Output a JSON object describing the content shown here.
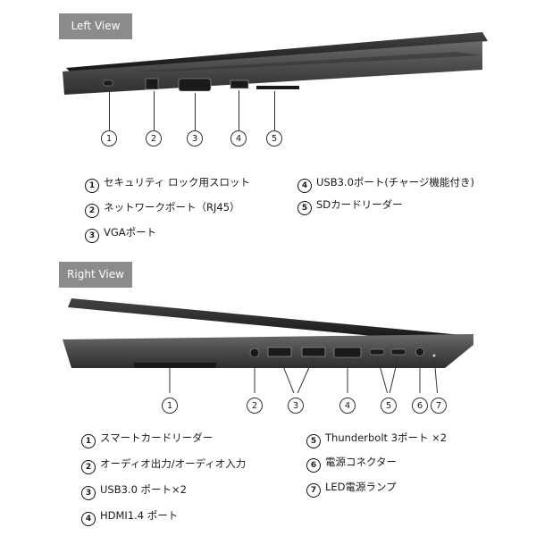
{
  "left": {
    "label": "Left View",
    "callouts": [
      "1",
      "2",
      "3",
      "4",
      "5"
    ],
    "items": [
      {
        "n": "1",
        "text": "セキュリティ ロック用スロット"
      },
      {
        "n": "2",
        "text": "ネットワークポート（RJ45）"
      },
      {
        "n": "3",
        "text": "VGAポート"
      },
      {
        "n": "4",
        "text": "USB3.0ポート(チャージ機能付き)"
      },
      {
        "n": "5",
        "text": "SDカードリーダー"
      }
    ]
  },
  "right": {
    "label": "Right View",
    "callouts": [
      "1",
      "2",
      "3",
      "4",
      "5",
      "6",
      "7"
    ],
    "items": [
      {
        "n": "1",
        "text": "スマートカードリーダー"
      },
      {
        "n": "2",
        "text": "オーディオ出力/オーディオ入力"
      },
      {
        "n": "3",
        "text": "USB3.0 ポート×2"
      },
      {
        "n": "4",
        "text": "HDMI1.4 ポート"
      },
      {
        "n": "5",
        "text": "Thunderbolt  3ポート ×2"
      },
      {
        "n": "6",
        "text": "電源コネクター"
      },
      {
        "n": "7",
        "text": "LED電源ランプ"
      }
    ]
  },
  "colors": {
    "label_bg": "#8b8b8b",
    "laptop_dark": "#2b2b2b",
    "laptop_mid": "#555555"
  }
}
